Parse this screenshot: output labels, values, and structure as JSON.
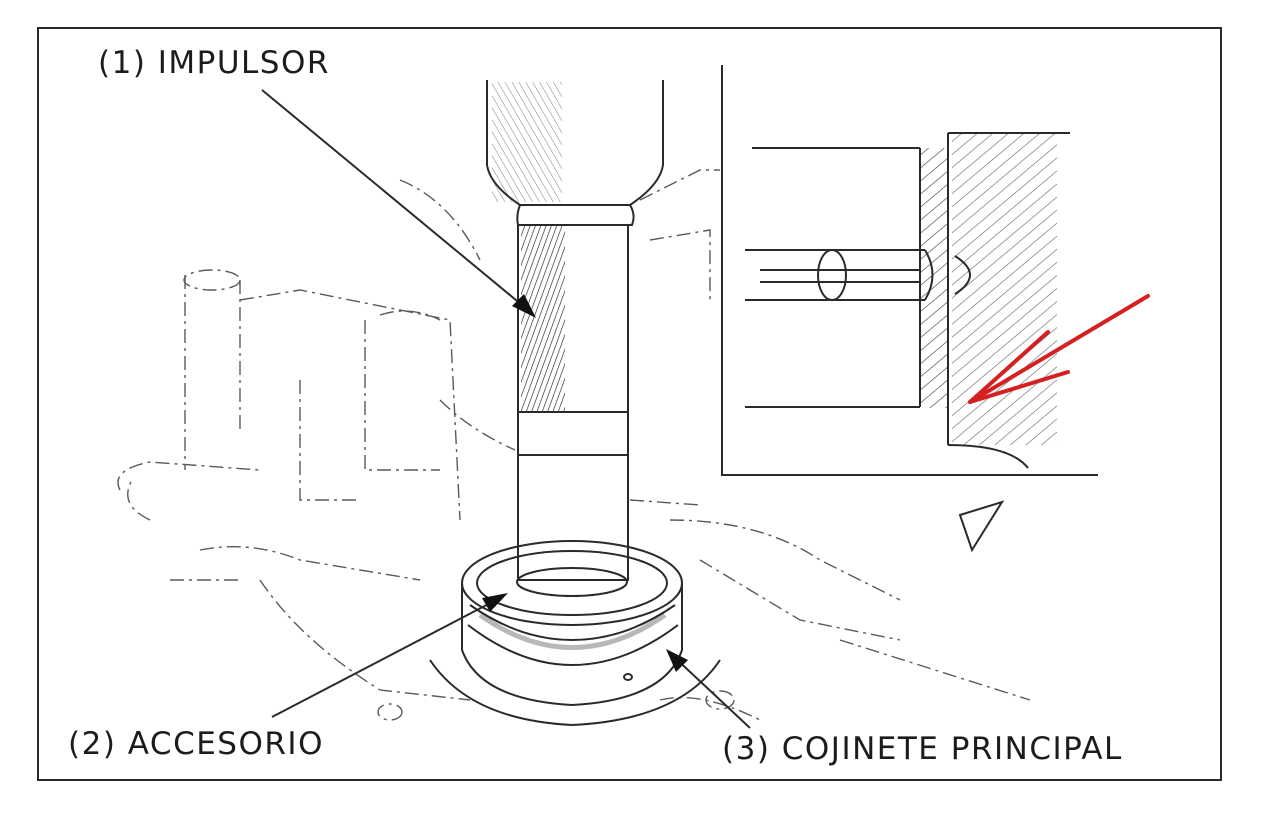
{
  "labels": {
    "impulsor": "(1) IMPULSOR",
    "accesorio": "(2) ACCESORIO",
    "cojinete": "(3) COJINETE PRINCIPAL"
  },
  "colors": {
    "ink": "#1c1c1c",
    "highlight_arrow": "#d42020"
  }
}
